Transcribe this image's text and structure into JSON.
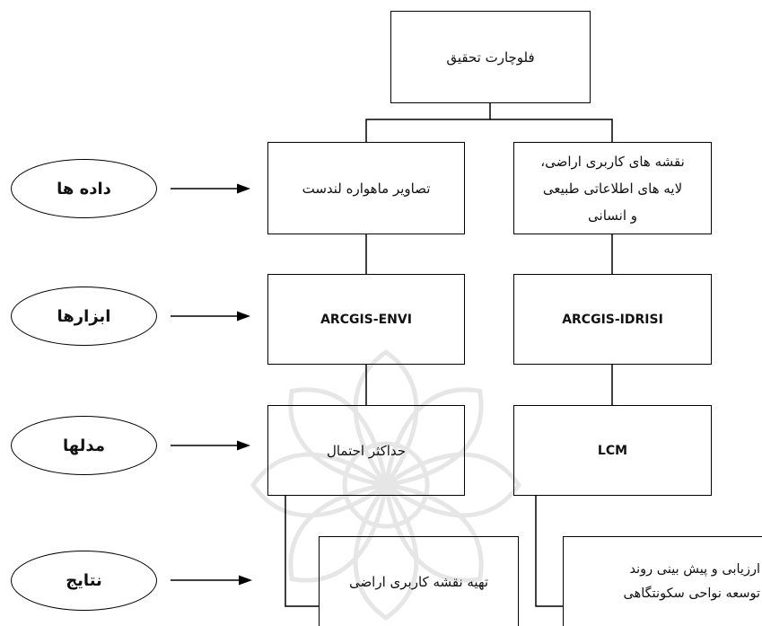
{
  "diagram": {
    "title": "فلوچارت تحقیق",
    "stages": {
      "data": {
        "label": "داده ها",
        "left": "تصاویر ماهواره لندست",
        "right": [
          "نقشه های کاربری اراضی،",
          "لایه های اطلاعاتی طبیعی",
          "و انسانی"
        ]
      },
      "tools": {
        "label": "ابزارها",
        "left": "ARCGIS-ENVI",
        "right": "ARCGIS-IDRISI"
      },
      "models": {
        "label": "مدلها",
        "left": "حداکثر احتمال",
        "right": "LCM"
      },
      "results": {
        "label": "نتایج",
        "left": "تهیه نقشه کاربری اراضی",
        "right": [
          "ارزیابی و پیش بینی روند",
          "توسعه نواحی سکونتگاهی"
        ]
      }
    }
  }
}
